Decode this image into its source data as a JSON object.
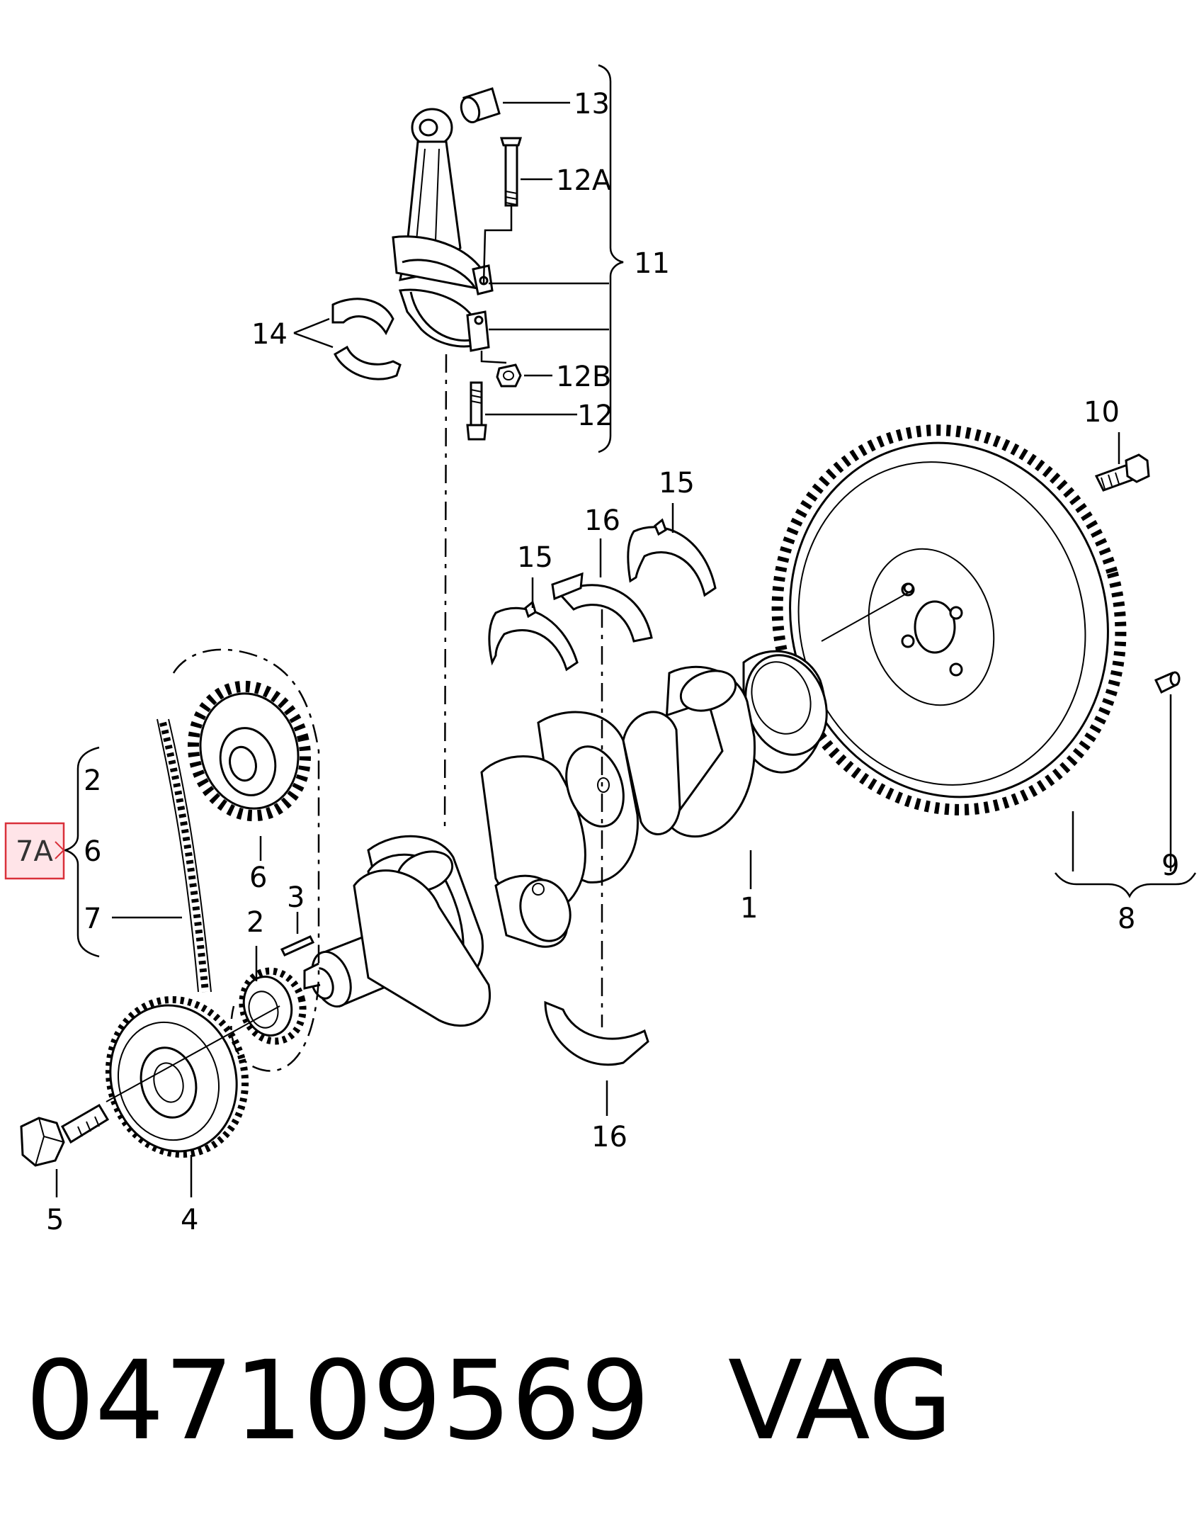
{
  "callouts": {
    "l1": "1",
    "l2a": "2",
    "l2b": "2",
    "l3": "3",
    "l4": "4",
    "l5": "5",
    "l6a": "6",
    "l6b": "6",
    "l7": "7",
    "l7a": "7A",
    "l8": "8",
    "l9": "9",
    "l10": "10",
    "l11": "11",
    "l12": "12",
    "l12a": "12A",
    "l12b": "12B",
    "l13": "13",
    "l14": "14",
    "l15a": "15",
    "l15b": "15",
    "l16a": "16",
    "l16b": "16"
  },
  "highlight_color": "#d9303a",
  "footer": {
    "part_number": "047109569",
    "brand": "VAG"
  }
}
